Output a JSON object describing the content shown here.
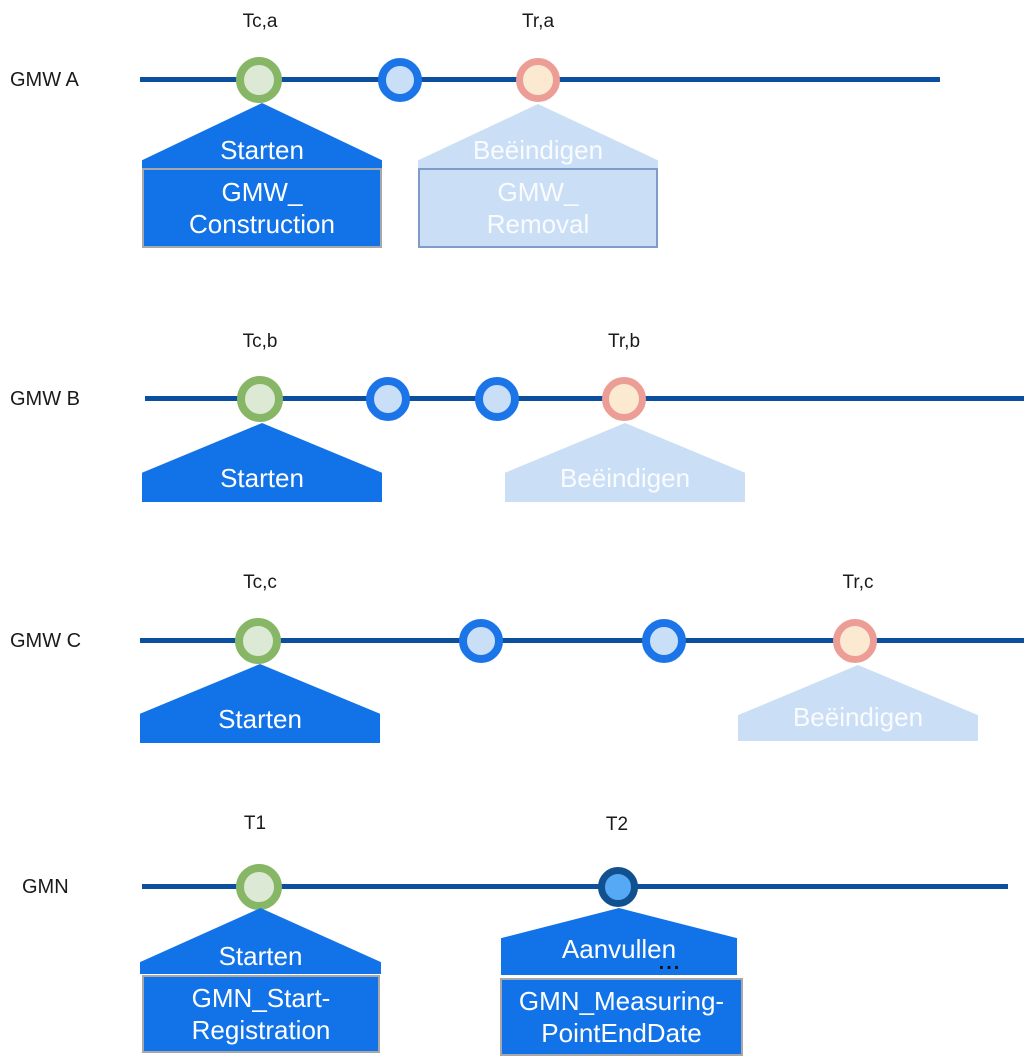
{
  "colors": {
    "timeline": "#0B4F9E",
    "flag_blue": "#1273E8",
    "flag_light_blue": "#CADFF6",
    "dark_box_border": "#A8A8A8",
    "light_box_border": "#7F9CC9",
    "green_marker_border": "#87B666",
    "green_marker_fill": "#DCE9D5",
    "blue_marker_border": "#1B75E8",
    "blue_marker_fill": "#C9DFF7",
    "peach_marker_border": "#EC9D95",
    "peach_marker_fill": "#FBE9D2",
    "navy_marker_border": "#12518F",
    "navy_marker_fill": "#55A9F5"
  },
  "rows": [
    {
      "label": "GMW A",
      "markers": [
        {
          "type": "start",
          "time_label": "Tc,a"
        },
        {
          "type": "intermediate"
        },
        {
          "type": "removal",
          "time_label": "Tr,a"
        }
      ],
      "flags": [
        {
          "style": "dark",
          "banner": "Starten",
          "box_line1": "GMW_",
          "box_line2": "Construction"
        },
        {
          "style": "light",
          "banner": "Beëindigen",
          "box_line1": "GMW_",
          "box_line2": "Removal"
        }
      ]
    },
    {
      "label": "GMW B",
      "markers": [
        {
          "type": "start",
          "time_label": "Tc,b"
        },
        {
          "type": "intermediate"
        },
        {
          "type": "intermediate"
        },
        {
          "type": "removal",
          "time_label": "Tr,b"
        }
      ],
      "flags": [
        {
          "style": "dark",
          "banner": "Starten"
        },
        {
          "style": "light",
          "banner": "Beëindigen"
        }
      ]
    },
    {
      "label": "GMW C",
      "markers": [
        {
          "type": "start",
          "time_label": "Tc,c"
        },
        {
          "type": "intermediate"
        },
        {
          "type": "intermediate"
        },
        {
          "type": "removal",
          "time_label": "Tr,c"
        }
      ],
      "flags": [
        {
          "style": "dark",
          "banner": "Starten"
        },
        {
          "style": "light",
          "banner": "Beëindigen"
        }
      ]
    },
    {
      "label": "GMN",
      "markers": [
        {
          "type": "start",
          "time_label": "T1"
        },
        {
          "type": "supplement",
          "time_label": "T2"
        }
      ],
      "flags": [
        {
          "style": "dark",
          "banner": "Starten",
          "box_line1": "GMN_Start-",
          "box_line2": "Registration"
        },
        {
          "style": "dark",
          "banner": "Aanvullen",
          "dots": "...",
          "box_line1": "GMN_Measuring-",
          "box_line2": "PointEndDate"
        }
      ]
    }
  ]
}
